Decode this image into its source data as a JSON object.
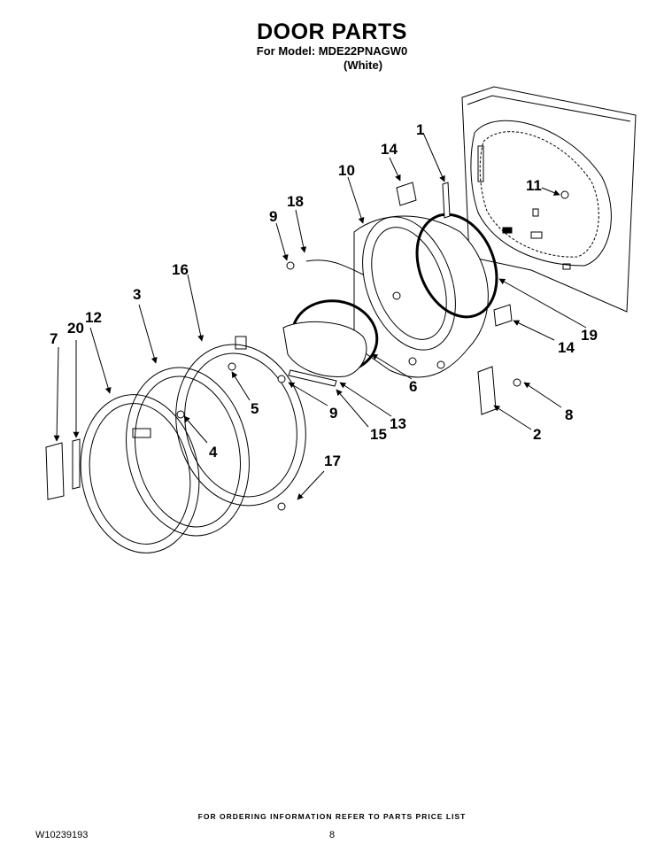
{
  "header": {
    "title": "DOOR PARTS",
    "model_line": "For Model: MDE22PNAGW0",
    "color": "(White)"
  },
  "callouts": {
    "c1": "1",
    "c2": "2",
    "c3": "3",
    "c4": "4",
    "c5": "5",
    "c6": "6",
    "c7": "7",
    "c8": "8",
    "c9a": "9",
    "c9b": "9",
    "c10": "10",
    "c11": "11",
    "c12": "12",
    "c13": "13",
    "c14a": "14",
    "c14b": "14",
    "c15": "15",
    "c16": "16",
    "c17": "17",
    "c18": "18",
    "c19": "19",
    "c20": "20"
  },
  "footer": {
    "note": "FOR ORDERING INFORMATION REFER TO PARTS PRICE LIST",
    "doc_number": "W10239193",
    "page": "8"
  }
}
